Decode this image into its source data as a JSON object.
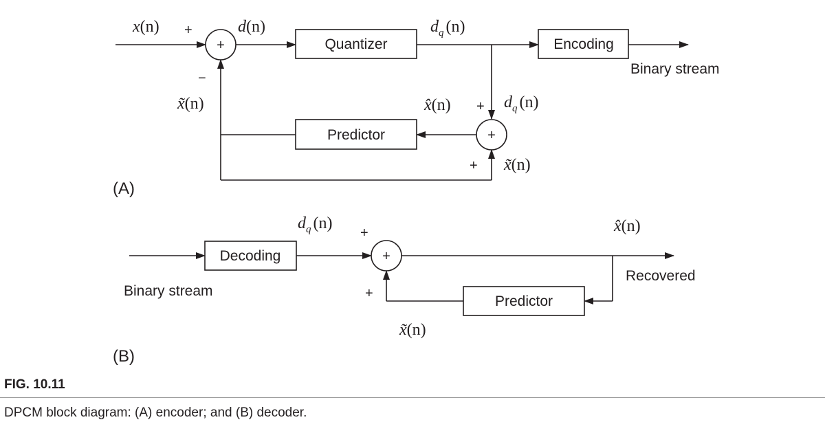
{
  "encoder": {
    "part_label": "(A)",
    "input_signal": {
      "base": "x",
      "arg": "(n)"
    },
    "error_signal": {
      "base": "d",
      "arg": "(n)"
    },
    "quantized_signal": {
      "base": "d",
      "sub": "q",
      "arg": "(n)"
    },
    "quantized_signal_branch": {
      "base": "d",
      "sub": "q",
      "arg": "(n)"
    },
    "reconstructed_signal": {
      "base": "x̂",
      "arg": "(n)"
    },
    "predicted_signal_feedback": {
      "base": "x̃",
      "arg": "(n)"
    },
    "predicted_signal_adder": {
      "base": "x̃",
      "arg": "(n)"
    },
    "sum_plus_input": "+",
    "sum_minus_feedback": "−",
    "adder_plus_top": "+",
    "adder_plus_bottom": "+",
    "summing_glyph": "+",
    "recon_summing_glyph": "+",
    "blocks": {
      "quantizer": "Quantizer",
      "encoding": "Encoding",
      "predictor": "Predictor"
    },
    "output_label": "Binary stream"
  },
  "decoder": {
    "part_label": "(B)",
    "input_label": "Binary stream",
    "decoded_signal": {
      "base": "d",
      "sub": "q",
      "arg": "(n)"
    },
    "output_signal": {
      "base": "x̂",
      "arg": "(n)"
    },
    "predicted_signal": {
      "base": "x̃",
      "arg": "(n)"
    },
    "adder_plus_top": "+",
    "adder_plus_bottom": "+",
    "summing_glyph": "+",
    "blocks": {
      "decoding": "Decoding",
      "predictor": "Predictor"
    },
    "output_label": "Recovered"
  },
  "caption": {
    "figure_number": "FIG. 10.11",
    "text": "DPCM block diagram: (A) encoder; and (B) decoder."
  }
}
